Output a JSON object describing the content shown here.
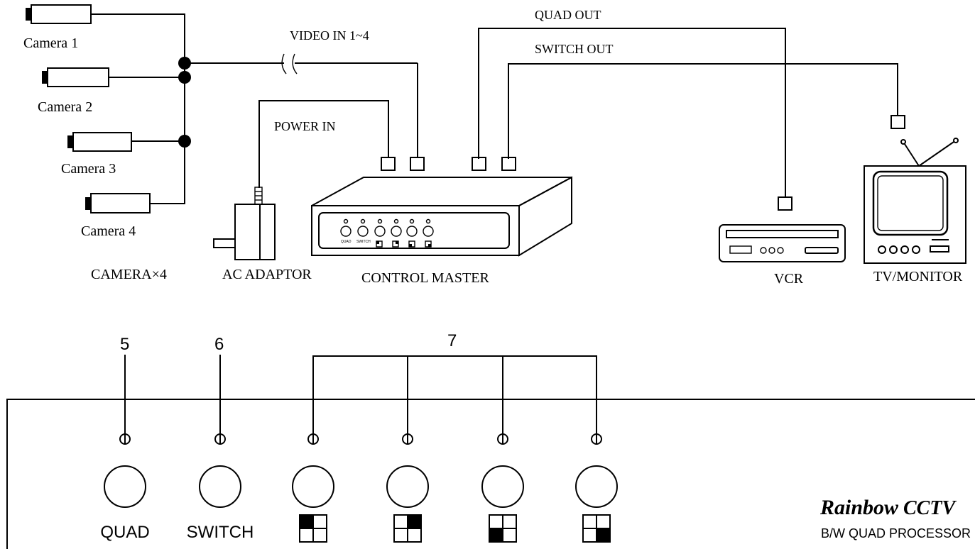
{
  "top": {
    "cameras": [
      "Camera 1",
      "Camera 2",
      "Camera 3",
      "Camera 4"
    ],
    "group_label": "CAMERA×4",
    "video_in_label": "VIDEO IN 1~4",
    "power_in_label": "POWER IN",
    "quad_out_label": "QUAD OUT",
    "switch_out_label": "SWITCH OUT",
    "ac_adaptor_label": "AC ADAPTOR",
    "control_master_label": "CONTROL MASTER",
    "vcr_label": "VCR",
    "tv_label": "TV/MONITOR",
    "mini_quad": "QUAD",
    "mini_switch": "SWITCH"
  },
  "panel": {
    "callout_5": "5",
    "callout_6": "6",
    "callout_7": "7",
    "quad_label": "QUAD",
    "switch_label": "SWITCH",
    "brand": "Rainbow",
    "brand_suffix": "CCTV",
    "model": "B/W QUAD PROCESSOR"
  }
}
